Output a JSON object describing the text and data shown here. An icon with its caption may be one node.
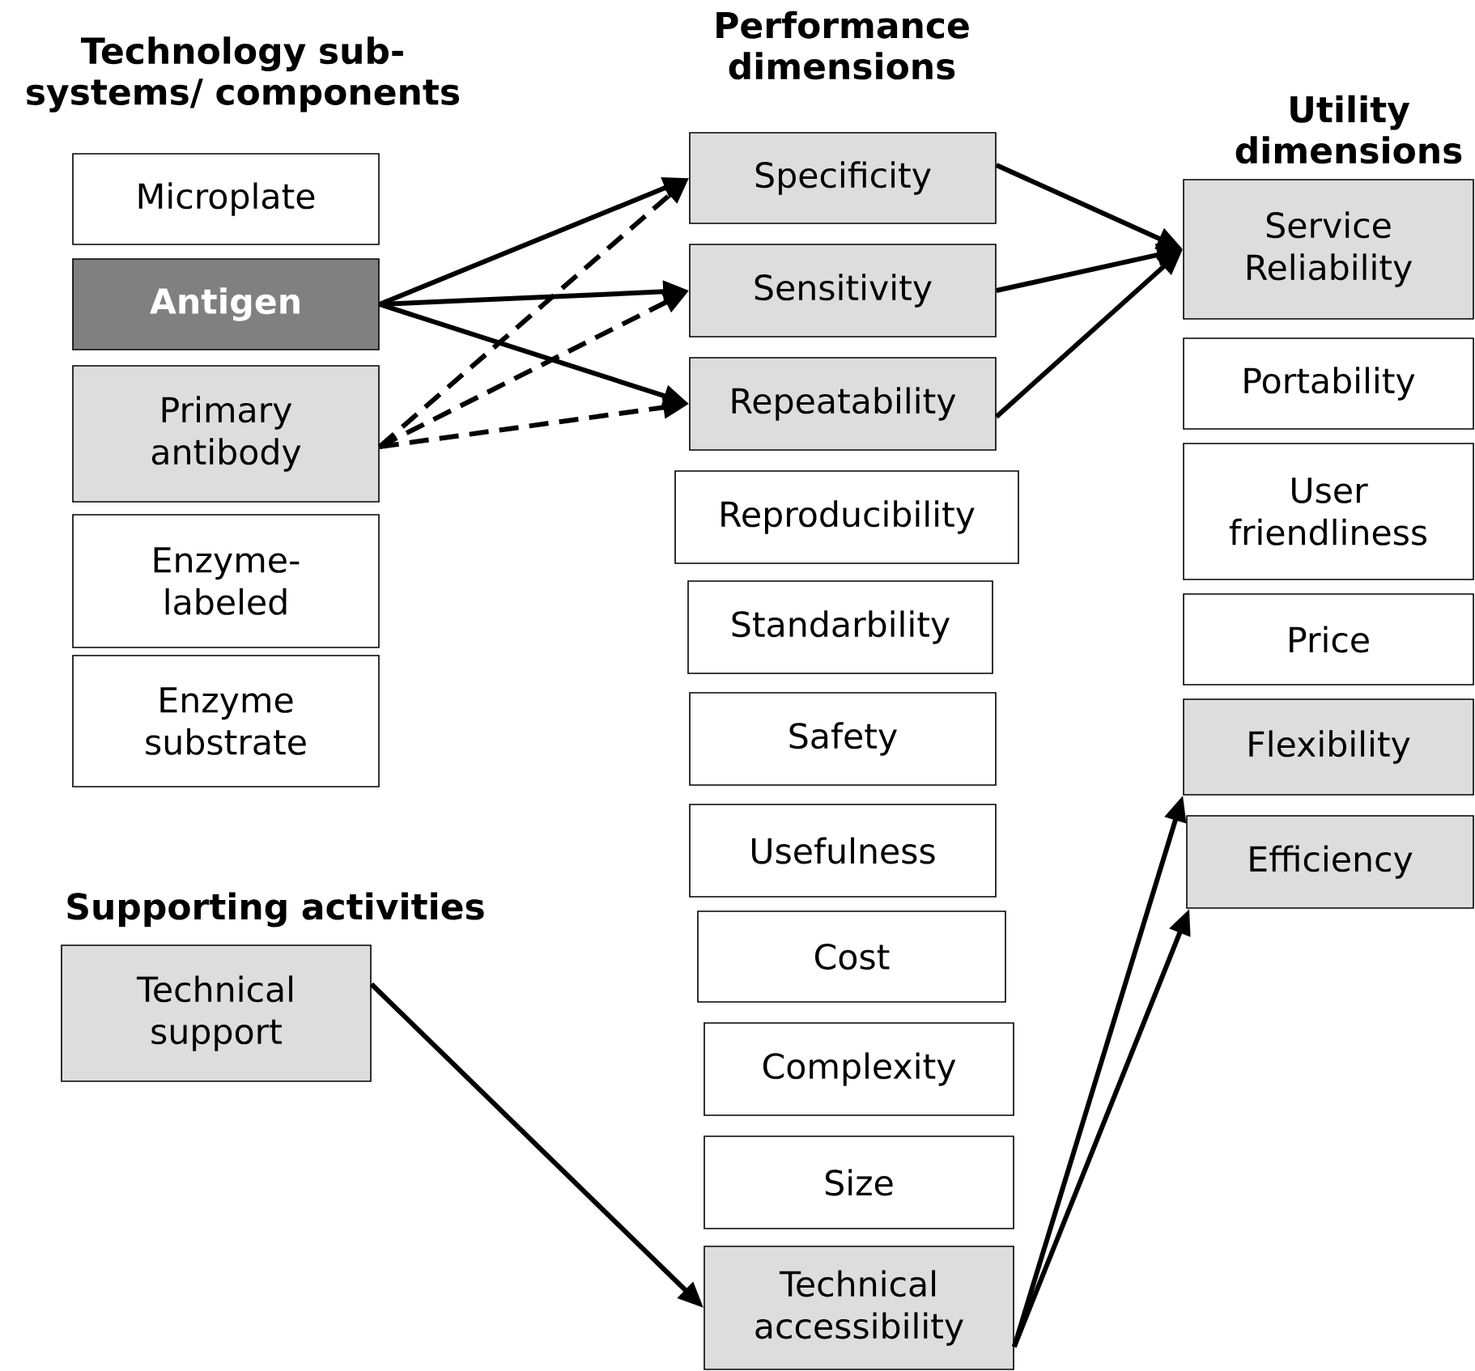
{
  "diagram": {
    "nodes": [
      {
        "text": [
          "Microplate"
        ]
      },
      {
        "text": [
          "Antigen"
        ]
      },
      {
        "text": [
          "Primary antibody"
        ]
      },
      {
        "text": [
          "Enzyme-labeled"
        ]
      },
      {
        "text": [
          "Enzyme substrate"
        ]
      },
      {
        "text": [
          "Technical support"
        ]
      },
      {
        "text": [
          "Specificity"
        ]
      },
      {
        "text": [
          "Sensitivity"
        ]
      },
      {
        "text": [
          "Repeatability"
        ]
      },
      {
        "text": [
          "Reproducibility"
        ]
      },
      {
        "text": [
          "Standarbility"
        ]
      },
      {
        "text": [
          "Safety"
        ]
      },
      {
        "text": [
          "Usefulness"
        ]
      },
      {
        "text": [
          "Cost"
        ]
      },
      {
        "text": [
          "Complexity"
        ]
      },
      {
        "text": [
          "Size"
        ]
      },
      {
        "text": [
          "Technical accessibility"
        ]
      },
      {
        "text": [
          "Service Reliability"
        ]
      },
      {
        "text": [
          "Portability"
        ]
      },
      {
        "text": [
          "User friendliness"
        ]
      },
      {
        "text": [
          "Price"
        ]
      },
      {
        "text": [
          "Flexibility"
        ]
      },
      {
        "text": [
          "Efficiency"
        ]
      }
    ],
    "edges": [
      {
        "from": 1,
        "to": 6,
        "arrow": "to"
      },
      {
        "from": 1,
        "to": 7,
        "arrow": "to"
      },
      {
        "from": 1,
        "to": 8,
        "arrow": "to"
      },
      {
        "from": 2,
        "to": 6,
        "arrow": "to",
        "style": "dashed"
      },
      {
        "from": 2,
        "to": 7,
        "arrow": "to",
        "style": "dashed"
      },
      {
        "from": 2,
        "to": 8,
        "arrow": "to",
        "style": "dashed"
      },
      {
        "from": 6,
        "to": 17,
        "arrow": "to"
      },
      {
        "from": 7,
        "to": 17,
        "arrow": "to"
      },
      {
        "from": 8,
        "to": 17,
        "arrow": "to"
      },
      {
        "from": 5,
        "to": 16,
        "arrow": "to"
      },
      {
        "from": 16,
        "to": 21,
        "arrow": "to"
      },
      {
        "from": 16,
        "to": 22,
        "arrow": "to"
      }
    ],
    "labels": [
      "Technology sub- systems/ components",
      "Performance dimensions",
      "Utility dimensions",
      "Supporting activities"
    ]
  }
}
